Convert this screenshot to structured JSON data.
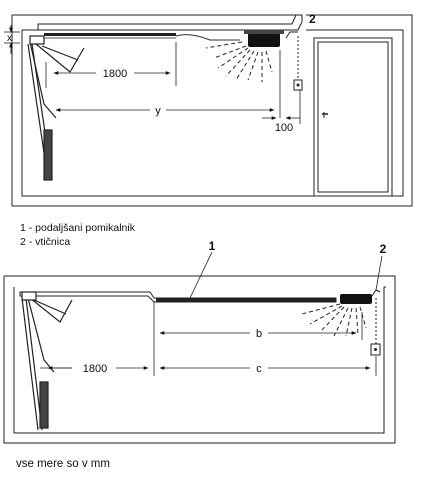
{
  "diagram1": {
    "dim_x": "x",
    "dim_1800": "1800",
    "dim_y": "y",
    "dim_100": "100",
    "marker_2": "2"
  },
  "legend": {
    "item1": "1 - podaljšani pomikalnik",
    "item2": "2 - vtičnica"
  },
  "diagram2": {
    "marker_1": "1",
    "marker_2": "2",
    "dim_b": "b",
    "dim_1800": "1800",
    "dim_c": "c"
  },
  "footer": {
    "note": "vse mere so v mm"
  }
}
